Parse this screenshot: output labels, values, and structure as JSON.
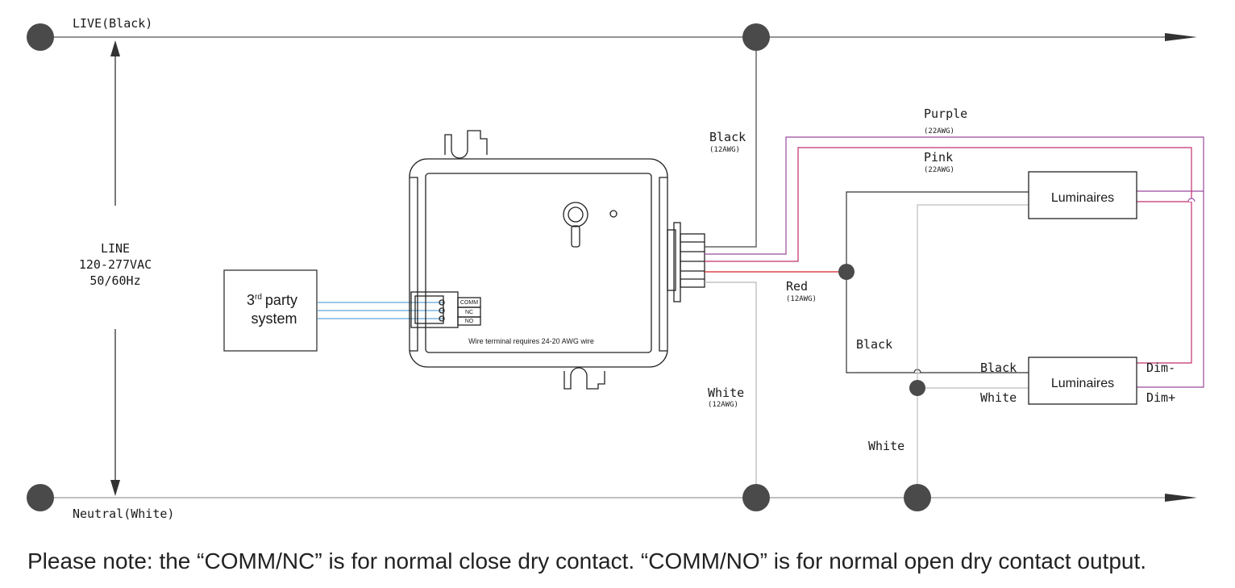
{
  "mains": {
    "live_label": "LIVE(Black)",
    "neutral_label": "Neutral(White)",
    "line_label": [
      "LINE",
      "120-277VAC",
      "50/60Hz"
    ]
  },
  "third_party": {
    "line1_main": "3",
    "line1_sup": "rd",
    "line1_rest": "party",
    "line2": "system"
  },
  "terminal": {
    "comm": "COMM",
    "nc": "NC",
    "no": "NO",
    "note": "Wire terminal requires 24-20 AWG wire"
  },
  "wires": {
    "black": "Black",
    "black_gauge": "(12AWG)",
    "white": "White",
    "white_gauge": "(12AWG)",
    "red": "Red",
    "red_gauge": "(12AWG)",
    "purple": "Purple",
    "purple_gauge": "(22AWG)",
    "pink": "Pink",
    "pink_gauge": "(22AWG)",
    "black_mid": "Black",
    "black_lum": "Black",
    "white_lum": "White",
    "white_low": "White"
  },
  "luminaires": {
    "top": "Luminaires",
    "bottom": "Luminaires",
    "dim_minus": "Dim-",
    "dim_plus": "Dim+"
  },
  "colors": {
    "purple": "#9b4a9e",
    "pink": "#c0306e",
    "red": "#d2232a",
    "blue": "#3a8fd0",
    "node": "#4a4a4a"
  },
  "footer_note": "Please note: the “COMM/NC” is for normal close dry contact. “COMM/NO” is for normal open dry contact output."
}
